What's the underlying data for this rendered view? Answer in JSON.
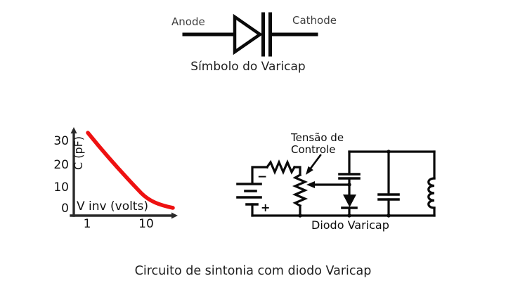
{
  "symbol": {
    "anode": "Anode",
    "cathode": "Cathode",
    "caption": "Símbolo do Varicap"
  },
  "graph": {
    "y_ticks": [
      "30",
      "20",
      "10",
      "0"
    ],
    "x_ticks": [
      "1",
      "10"
    ],
    "ylabel": "C (pF)",
    "xlabel": "V inv (volts)",
    "curve_color": "#ee1111"
  },
  "circuit": {
    "control_label_line1": "Tensão de",
    "control_label_line2": "Controle",
    "battery_minus": "−",
    "battery_plus": "+",
    "varicap_label": "Diodo Varicap"
  },
  "caption": "Circuito de sintonia com diodo Varicap",
  "colors": {
    "line": "#0a0a0a",
    "curve": "#ee1111",
    "lead_label_gray": "#3f3f3f"
  },
  "chart_data": {
    "type": "line",
    "title": "",
    "xlabel": "V inv (volts)",
    "ylabel": "C (pF)",
    "x_scale": "log",
    "x": [
      1,
      2,
      3,
      5,
      10,
      15,
      20,
      30
    ],
    "y_pF": [
      33,
      25,
      19,
      13,
      8,
      5.5,
      4.5,
      3
    ],
    "ylim": [
      0,
      33
    ],
    "x_tick_labels": [
      "1",
      "10"
    ],
    "y_tick_labels": [
      "0",
      "10",
      "20",
      "30"
    ],
    "grid": false,
    "legend": false,
    "series_color": "#ee1111"
  }
}
